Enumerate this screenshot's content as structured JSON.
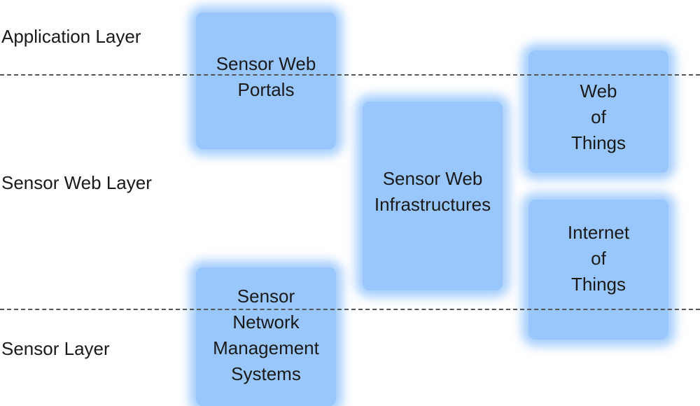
{
  "layers": {
    "application": "Application Layer",
    "sensor_web": "Sensor Web Layer",
    "sensor": "Sensor Layer"
  },
  "colors": {
    "box_fill": "#99c7fb",
    "divider": "#555555",
    "text": "#1a1a1a"
  },
  "boxes": {
    "portals": {
      "lines": [
        "Sensor Web",
        "Portals"
      ]
    },
    "infrastructures": {
      "lines": [
        "Sensor Web",
        "Infrastructures"
      ]
    },
    "web_of_things": {
      "lines": [
        "Web",
        "of",
        "Things"
      ]
    },
    "internet_of_things": {
      "lines": [
        "Internet",
        "of",
        "Things"
      ]
    },
    "network_mgmt": {
      "lines": [
        "Sensor",
        "Network",
        "Management",
        "Systems"
      ]
    }
  }
}
